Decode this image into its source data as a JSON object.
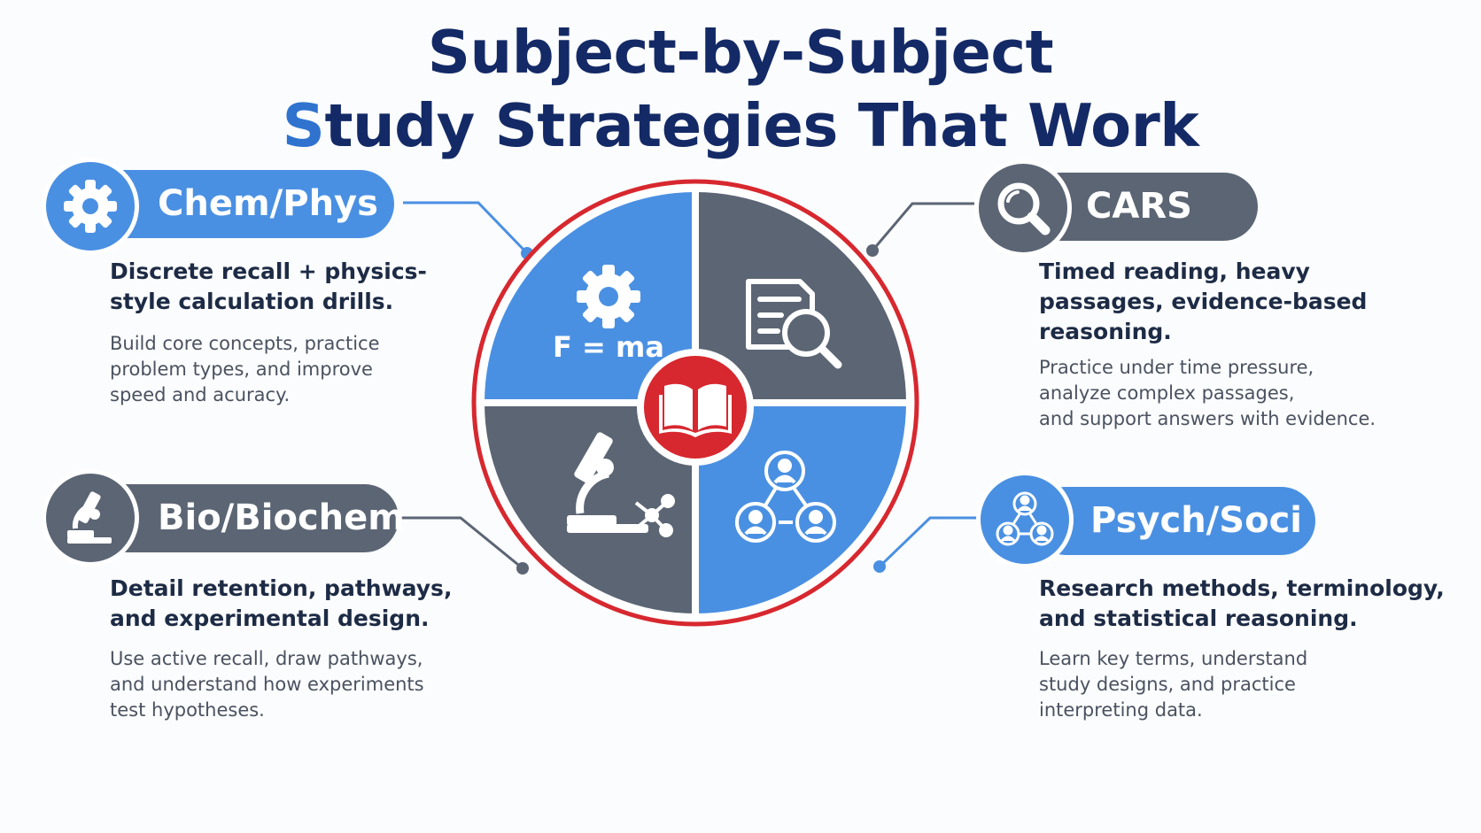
{
  "title": {
    "line1": "Subject-by-Subject",
    "line2_first_letter": "S",
    "line2_rest": "tudy Strategies That Work"
  },
  "center": {
    "formula": "F = ma",
    "icon": "open-book-icon",
    "ring_color": "#d7282f"
  },
  "colors": {
    "blue": "#4a90e2",
    "gray": "#5b6574",
    "navy": "#142a66",
    "red": "#d7282f"
  },
  "subjects": [
    {
      "name": "Chem/Phys",
      "icon": "gear-icon",
      "heading_lines": [
        "Discrete recall + physics-",
        "style calculation drills."
      ],
      "desc_lines": [
        "Build core concepts, practice",
        "problem types, and improve",
        "speed and acuracy."
      ]
    },
    {
      "name": "CARS",
      "icon": "magnifier-icon",
      "heading_lines": [
        "Timed reading, heavy",
        "passages, evidence-based",
        "reasoning."
      ],
      "desc_lines": [
        "Practice under time pressure,",
        "analyze complex passages,",
        "and support answers with evidence."
      ]
    },
    {
      "name": "Bio/Biochem",
      "icon": "microscope-icon",
      "heading_lines": [
        "Detail retention, pathways,",
        "and experimental design."
      ],
      "desc_lines": [
        "Use active recall, draw pathways,",
        "and understand how experiments",
        "test hypotheses."
      ]
    },
    {
      "name": "Psych/Soci",
      "icon": "people-network-icon",
      "heading_lines": [
        "Research methods, terminology,",
        "and statistical reasoning."
      ],
      "desc_lines": [
        "Learn key terms, understand",
        "study designs, and practice",
        "interpreting data."
      ]
    }
  ]
}
